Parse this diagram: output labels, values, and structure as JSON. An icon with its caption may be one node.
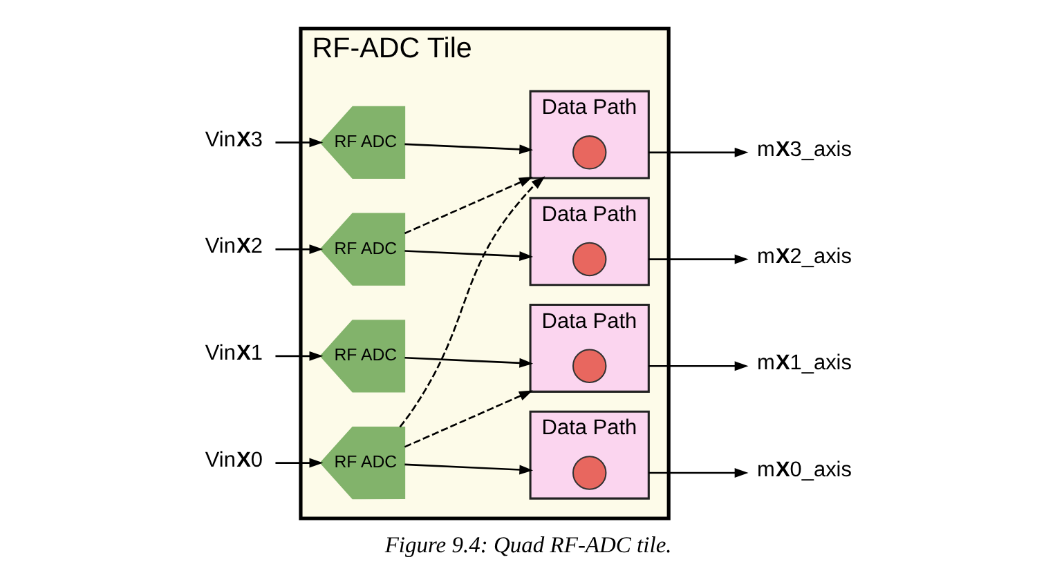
{
  "diagram": {
    "caption": "Figure 9.4: Quad RF-ADC tile.",
    "nodes": [
      {
        "text": [
          "RF-ADC Tile"
        ]
      },
      {
        "text": [
          "Vin**X**3"
        ]
      },
      {
        "text": [
          "RF ADC"
        ],
        "in": 0
      },
      {
        "text": [
          "Data Path"
        ],
        "in": 0
      },
      {
        "text": [],
        "shape": "circle",
        "in": 3
      },
      {
        "text": [
          "m**X**3_axis"
        ]
      },
      {
        "text": [
          "Vin**X**2"
        ]
      },
      {
        "text": [
          "RF ADC"
        ],
        "in": 0
      },
      {
        "text": [
          "Data Path"
        ],
        "in": 0
      },
      {
        "text": [],
        "shape": "circle",
        "in": 8
      },
      {
        "text": [
          "m**X**2_axis"
        ]
      },
      {
        "text": [
          "Vin**X**1"
        ]
      },
      {
        "text": [
          "RF ADC"
        ],
        "in": 0
      },
      {
        "text": [
          "Data Path"
        ],
        "in": 0
      },
      {
        "text": [],
        "shape": "circle",
        "in": 13
      },
      {
        "text": [
          "m**X**1_axis"
        ]
      },
      {
        "text": [
          "Vin**X**0"
        ]
      },
      {
        "text": [
          "RF ADC"
        ],
        "in": 0
      },
      {
        "text": [
          "Data Path"
        ],
        "in": 0
      },
      {
        "text": [],
        "shape": "circle",
        "in": 18
      },
      {
        "text": [
          "m**X**0_axis"
        ]
      }
    ],
    "edges": [
      {
        "from": 1,
        "to": 2,
        "arrow": "to"
      },
      {
        "from": 2,
        "to": 3,
        "arrow": "to"
      },
      {
        "from": 3,
        "to": 5,
        "arrow": "to"
      },
      {
        "from": 6,
        "to": 7,
        "arrow": "to"
      },
      {
        "from": 7,
        "to": 8,
        "arrow": "to"
      },
      {
        "from": 8,
        "to": 10,
        "arrow": "to"
      },
      {
        "from": 11,
        "to": 12,
        "arrow": "to"
      },
      {
        "from": 12,
        "to": 13,
        "arrow": "to"
      },
      {
        "from": 13,
        "to": 15,
        "arrow": "to"
      },
      {
        "from": 16,
        "to": 17,
        "arrow": "to"
      },
      {
        "from": 17,
        "to": 18,
        "arrow": "to"
      },
      {
        "from": 18,
        "to": 20,
        "arrow": "to"
      },
      {
        "from": 7,
        "to": 3,
        "arrow": "to",
        "style": "dashed"
      },
      {
        "from": 17,
        "to": 3,
        "arrow": "to",
        "style": "dashed"
      },
      {
        "from": 17,
        "to": 13,
        "arrow": "to",
        "style": "dashed"
      }
    ]
  }
}
